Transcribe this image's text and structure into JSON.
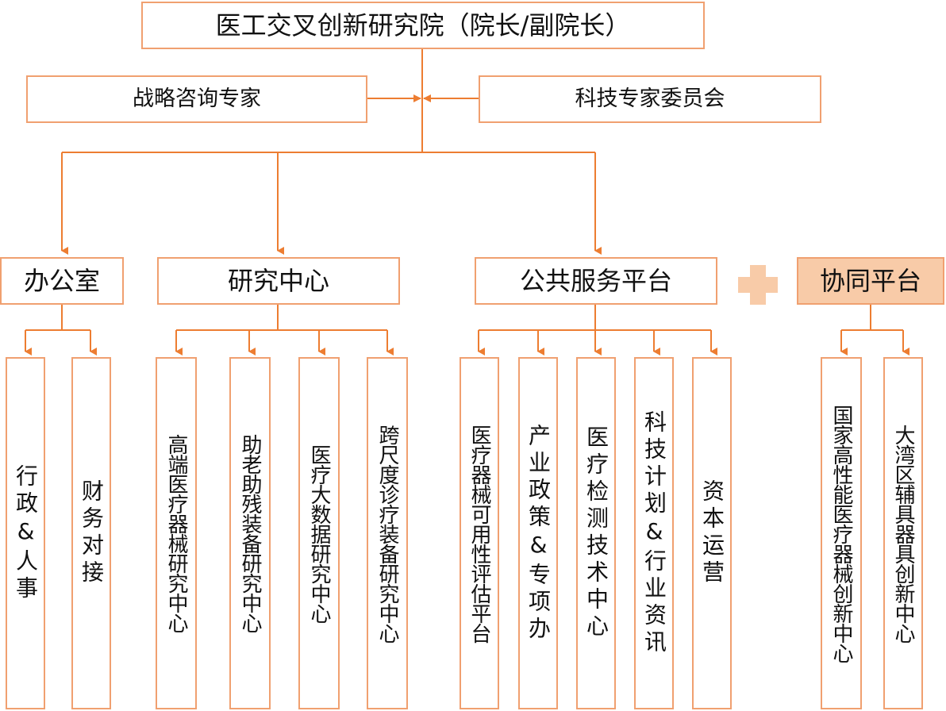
{
  "top": "医工交叉创新研究院（院长/副院长）",
  "advisors": {
    "left": "战略咨询专家",
    "right": "科技专家委员会"
  },
  "departments": {
    "office": "办公室",
    "research": "研究中心",
    "public": "公共服务平台",
    "collab": "协同平台"
  },
  "office_units": [
    "行政&人事",
    "财务对接"
  ],
  "research_units": [
    "高端医疗器械研究中心",
    "助老助残装备研究中心",
    "医疗大数据研究中心",
    "跨尺度诊疗装备研究中心"
  ],
  "public_units": [
    "医疗器械可用性评估平台",
    "产业政策&专项办",
    "医疗检测技术中心",
    "科技计划&行业资讯",
    "资本运营"
  ],
  "collab_units": [
    "国家高性能医疗器械创新中心",
    "大湾区辅具器具创新中心"
  ],
  "colors": {
    "line": "#ed7d31",
    "border": "#f0a070",
    "highlight": "#f8cba8"
  }
}
